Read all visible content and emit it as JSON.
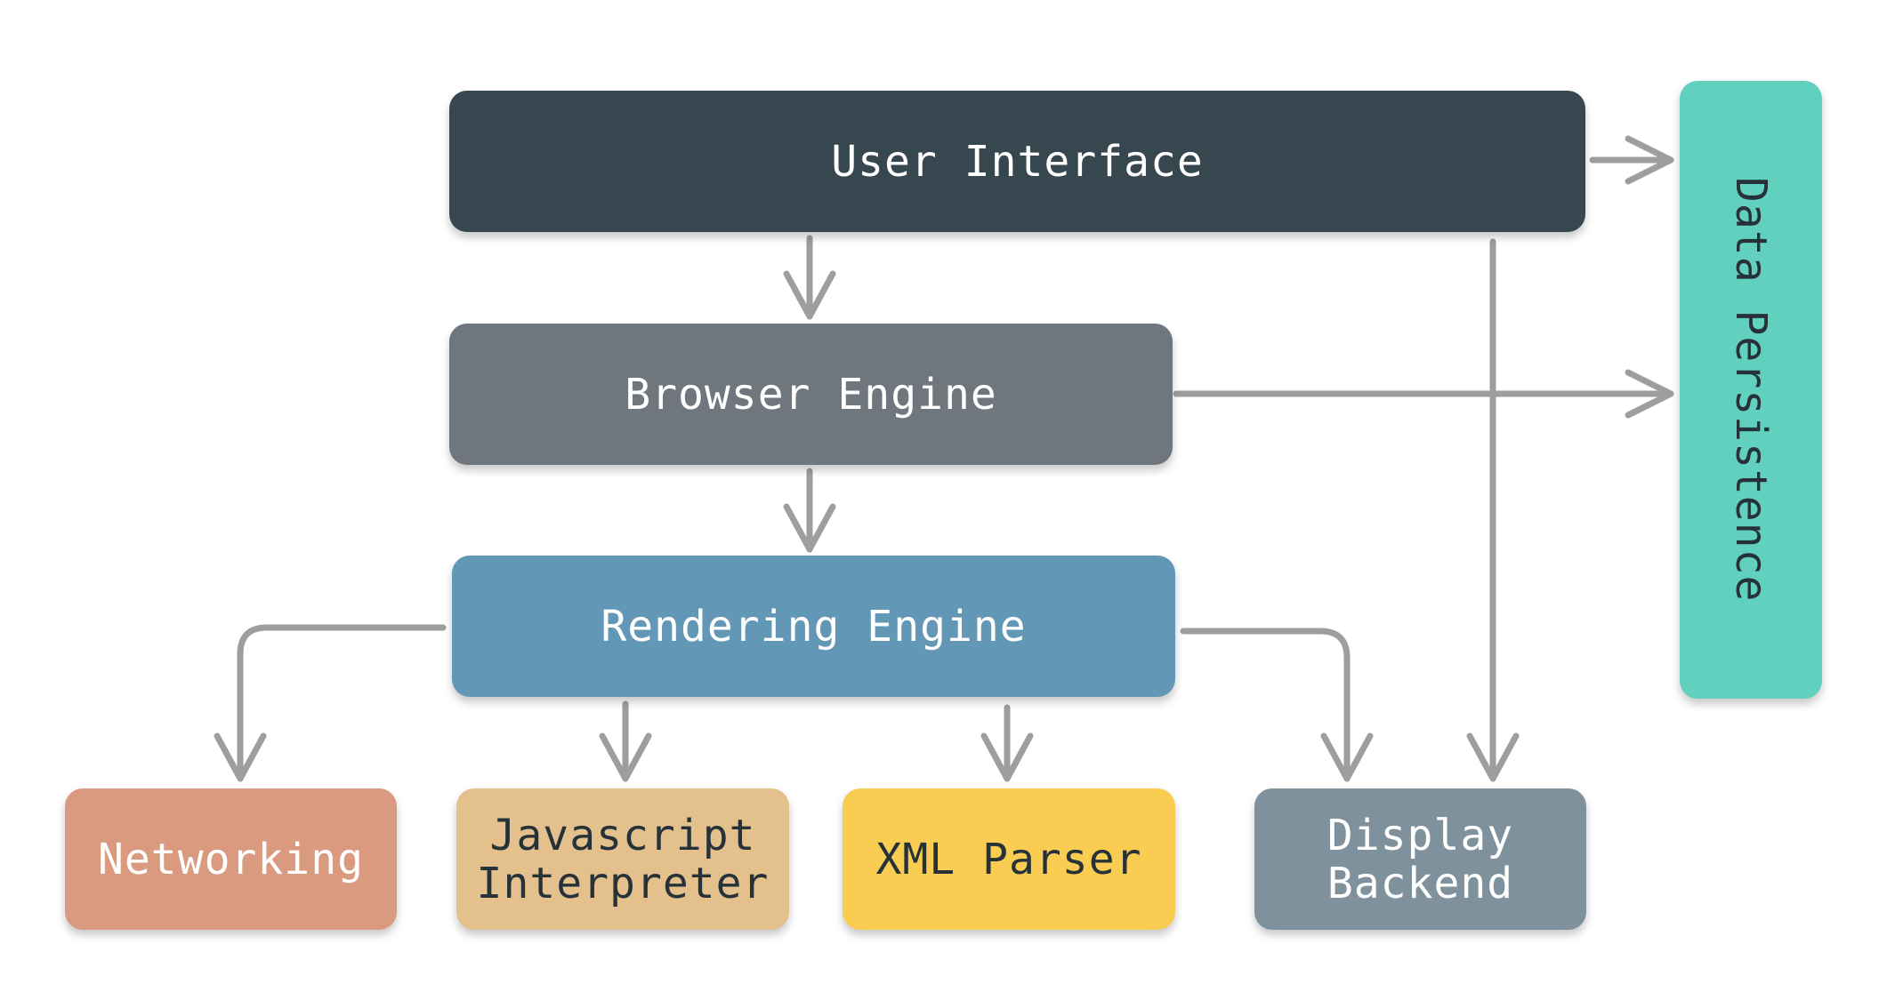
{
  "diagram": {
    "nodes": {
      "user_interface": {
        "label": "User Interface",
        "color": "#37474f"
      },
      "browser_engine": {
        "label": "Browser Engine",
        "color": "#6f767e"
      },
      "rendering_engine": {
        "label": "Rendering Engine",
        "color": "#6298b5"
      },
      "data_persistence": {
        "label": "Data Persistence",
        "color": "#62d0be"
      },
      "networking": {
        "label": "Networking",
        "color": "#d99a7f"
      },
      "javascript_interpreter": {
        "lines": [
          "Javascript",
          "Interpreter"
        ],
        "color": "#e3c08c"
      },
      "xml_parser": {
        "label": "XML Parser",
        "color": "#f9cd52"
      },
      "display_backend": {
        "lines": [
          "Display",
          "Backend"
        ],
        "color": "#7e919d"
      }
    },
    "edges": [
      {
        "from": "user_interface",
        "to": "browser_engine"
      },
      {
        "from": "user_interface",
        "to": "data_persistence"
      },
      {
        "from": "user_interface",
        "to": "display_backend"
      },
      {
        "from": "browser_engine",
        "to": "rendering_engine"
      },
      {
        "from": "browser_engine",
        "to": "data_persistence"
      },
      {
        "from": "rendering_engine",
        "to": "networking"
      },
      {
        "from": "rendering_engine",
        "to": "javascript_interpreter"
      },
      {
        "from": "rendering_engine",
        "to": "xml_parser"
      },
      {
        "from": "rendering_engine",
        "to": "display_backend"
      }
    ],
    "connector_color": "#9e9e9e"
  }
}
